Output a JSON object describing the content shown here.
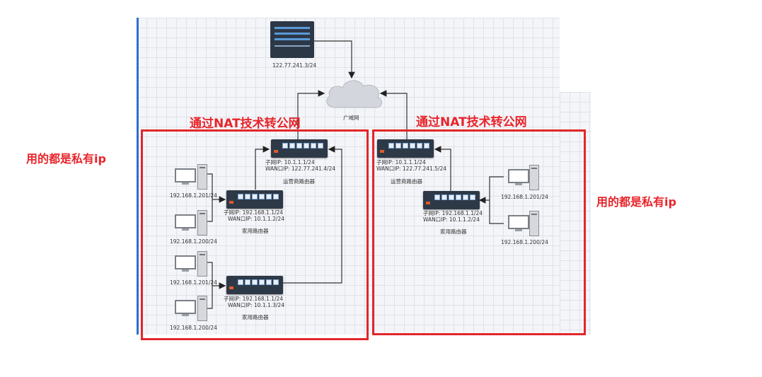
{
  "server": {
    "label": "122.77.241.3/24"
  },
  "cloud": {
    "label": "广域网"
  },
  "left": {
    "title": "通过NAT技术转公网",
    "note": "用的都是私有ip",
    "isp_router": {
      "subnet": "子网IP:   10.1.1.1/24",
      "wan": "WAN口IP:  122.77.241.4/24",
      "name": "运营商路由器"
    },
    "home_router_1": {
      "subnet": "子网IP:   192.168.1.1/24",
      "wan": "WAN口IP:   10.1.1.2/24",
      "name": "家用路由器"
    },
    "home_router_2": {
      "subnet": "子网IP:   192.168.1.1/24",
      "wan": "WAN口IP:   10.1.1.3/24",
      "name": "家用路由器"
    },
    "pcs": [
      "192.168.1.201/24",
      "192.168.1.200/24",
      "192.168.1.201/24",
      "192.168.1.200/24"
    ]
  },
  "right": {
    "title": "通过NAT技术转公网",
    "note": "用的都是私有ip",
    "isp_router": {
      "subnet": "子网IP:   10.1.1.1/24",
      "wan": "WAN口IP:  122.77.241.5/24",
      "name": "运营商路由器"
    },
    "home_router": {
      "subnet": "子网IP:   192.168.1.1/24",
      "wan": "WAN口IP:   10.1.1.2/24",
      "name": "家用路由器"
    },
    "pcs": [
      "192.168.1.201/24",
      "192.168.1.200/24"
    ]
  },
  "colors": {
    "highlight_red": "#e3262b",
    "device_dark": "#2e3947",
    "port_blue": "#7fa7d6"
  }
}
